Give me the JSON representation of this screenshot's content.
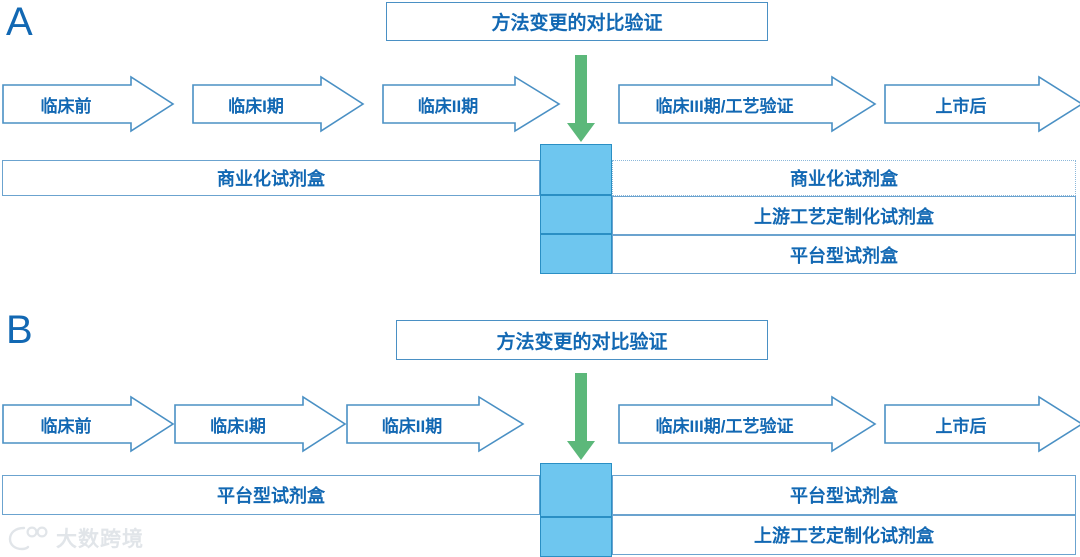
{
  "figure": {
    "background_color": "#ffffff",
    "accent_blue": "#1268b3",
    "outline_blue": "#4a90c4",
    "bar_outline": "#6ba3cf",
    "highlight_fill": "#6ec6ef",
    "highlight_stroke": "#2a8fc4",
    "green": "#5cb87a"
  },
  "panels": [
    {
      "label": "A",
      "title_box": {
        "text": "方法变更的对比验证"
      },
      "down_arrow": {
        "name": "green-down-arrow",
        "color": "#5cb87a"
      },
      "stages": [
        {
          "label": "临床前"
        },
        {
          "label": "临床I期"
        },
        {
          "label": "临床II期"
        },
        {
          "label": "临床III期/工艺验证"
        },
        {
          "label": "上市后"
        }
      ],
      "left_bars": [
        {
          "label": "商业化试剂盒",
          "border": "solid",
          "row": 1
        }
      ],
      "right_bars": [
        {
          "label": "商业化试剂盒",
          "border": "dotted",
          "row": 1
        },
        {
          "label": "上游工艺定制化试剂盒",
          "border": "solid",
          "row": 2
        },
        {
          "label": "平台型试剂盒",
          "border": "solid",
          "row": 3
        }
      ],
      "highlight_column": {
        "name": "method-change-column",
        "segments": 3
      }
    },
    {
      "label": "B",
      "title_box": {
        "text": "方法变更的对比验证"
      },
      "down_arrow": {
        "name": "green-down-arrow",
        "color": "#5cb87a"
      },
      "stages": [
        {
          "label": "临床前"
        },
        {
          "label": "临床I期"
        },
        {
          "label": "临床II期"
        },
        {
          "label": "临床III期/工艺验证"
        },
        {
          "label": "上市后"
        }
      ],
      "left_bars": [
        {
          "label": "平台型试剂盒",
          "border": "solid",
          "row": 1
        }
      ],
      "right_bars": [
        {
          "label": "平台型试剂盒",
          "border": "solid",
          "row": 1
        },
        {
          "label": "上游工艺定制化试剂盒",
          "border": "solid",
          "row": 2
        }
      ],
      "highlight_column": {
        "name": "method-change-column",
        "segments": 2
      }
    }
  ],
  "watermark": {
    "text": "大数跨境"
  }
}
